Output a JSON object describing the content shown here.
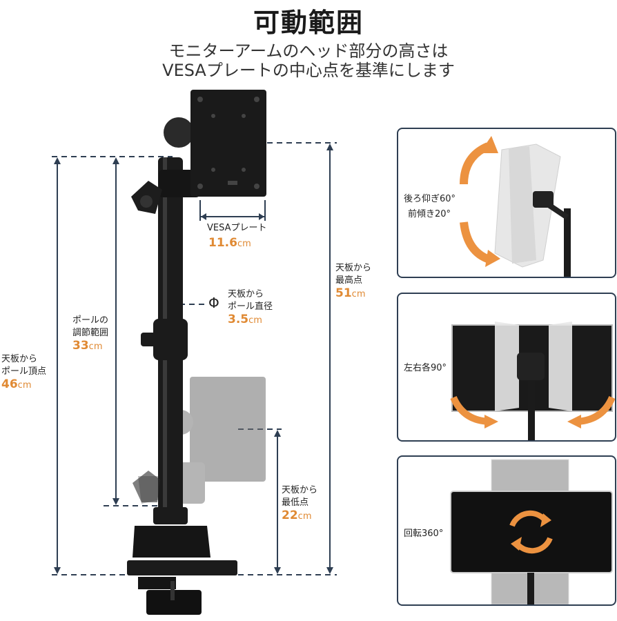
{
  "title": "可動範囲",
  "subtitle_line1": "モニターアームのヘッド部分の高さは",
  "subtitle_line2": "VESAプレートの中心点を基準にします",
  "vesa": {
    "label": "VESAプレート",
    "value": "11.6",
    "unit": "cm"
  },
  "pole_diameter": {
    "line1": "天板から",
    "line2": "ポール直径",
    "value": "3.5",
    "unit": "cm",
    "symbol": "Φ"
  },
  "pole_adjust": {
    "line1": "ポールの",
    "line2": "調節範囲",
    "value": "33",
    "unit": "cm"
  },
  "pole_top": {
    "line1": "天板から",
    "line2": "ポール頂点",
    "value": "46",
    "unit": "cm"
  },
  "max_height": {
    "line1": "天板から",
    "line2": "最高点",
    "value": "51",
    "unit": "cm"
  },
  "min_height": {
    "line1": "天板から",
    "line2": "最低点",
    "value": "22",
    "unit": "cm"
  },
  "panels": {
    "tilt": {
      "line1": "後ろ仰ぎ60°",
      "line2": "前傾き20°"
    },
    "swivel": {
      "label": "左右各90°"
    },
    "rotate": {
      "label": "回転360°"
    }
  },
  "colors": {
    "accent": "#e08a34",
    "dash": "#2e3e52",
    "frame": "#2e3e52"
  }
}
